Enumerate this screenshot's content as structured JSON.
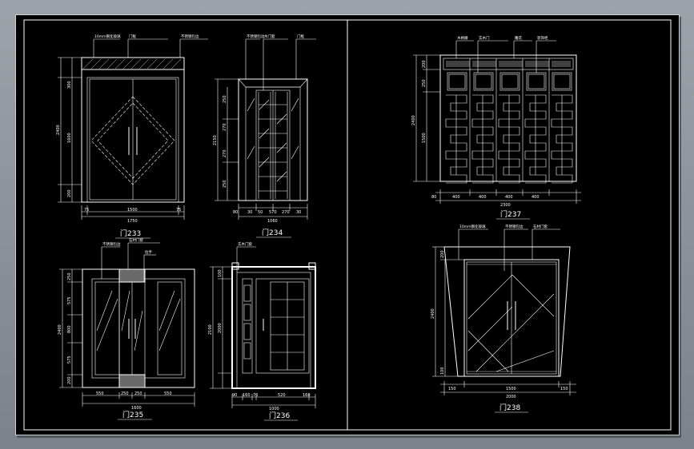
{
  "drawings": [
    {
      "id": "door-233",
      "caption": "门233",
      "notes": [
        "10mm钢化玻璃",
        "门框",
        "不锈钢包边"
      ],
      "h_dims": [
        "75",
        "1500",
        "75",
        "1750"
      ],
      "v_dims": [
        "2400",
        "1600",
        "300",
        "200"
      ]
    },
    {
      "id": "door-234",
      "caption": "门234",
      "notes": [
        "不锈钢包边",
        "木门套",
        "门框"
      ],
      "h_dims": [
        "80",
        "30",
        "50",
        "570",
        "270",
        "30",
        "1060"
      ],
      "v_dims": [
        "2150",
        "250",
        "270",
        "270",
        "250"
      ]
    },
    {
      "id": "door-235",
      "caption": "门235",
      "notes": [
        "不锈钢包边",
        "石材门套",
        "拉手"
      ],
      "h_dims": [
        "550",
        "250",
        "250",
        "550",
        "1600"
      ],
      "v_dims": [
        "2400",
        "250",
        "575",
        "800",
        "575",
        "200"
      ]
    },
    {
      "id": "door-236",
      "caption": "门236",
      "notes": [
        "实木门套"
      ],
      "h_dims": [
        "90",
        "160",
        "70",
        "520",
        "160",
        "1000"
      ],
      "v_dims": [
        "2100",
        "100",
        "2000"
      ]
    },
    {
      "id": "door-237",
      "caption": "门237",
      "notes": [
        "木格栅",
        "实木门",
        "雕花",
        "装饰柜"
      ],
      "h_dims": [
        "80",
        "400",
        "400",
        "400",
        "400",
        "2300"
      ],
      "v_dims": [
        "2400",
        "1500",
        "200",
        "250"
      ]
    },
    {
      "id": "door-238",
      "caption": "门238",
      "notes": [
        "10mm钢化玻璃",
        "不锈钢包边",
        "石材门套"
      ],
      "h_dims": [
        "150",
        "1500",
        "150",
        "2000"
      ],
      "v_dims": [
        "2400",
        "200",
        "100"
      ]
    }
  ]
}
